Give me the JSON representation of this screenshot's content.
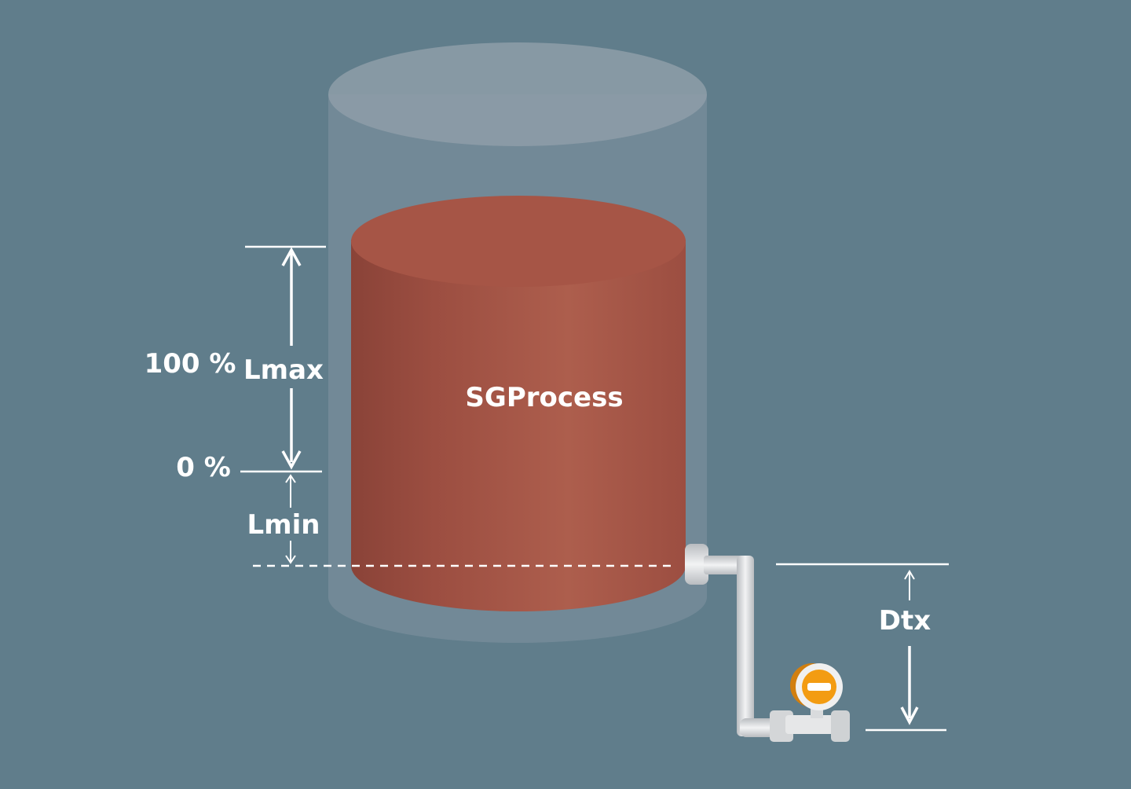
{
  "labels": {
    "full_percent": "100 %",
    "lmax": "Lmax",
    "zero_percent": "0 %",
    "lmin": "Lmin",
    "fluid": "SGProcess",
    "dtx": "Dtx"
  },
  "colors": {
    "background": "#607d8b",
    "fluid": "#a0503f",
    "tank": "#8a9aa6",
    "annotation": "#ffffff",
    "transmitter_accent": "#f39c12"
  },
  "icons": {
    "transmitter": "pressure-transmitter-icon",
    "arrows": "dimension-arrow-icon"
  }
}
